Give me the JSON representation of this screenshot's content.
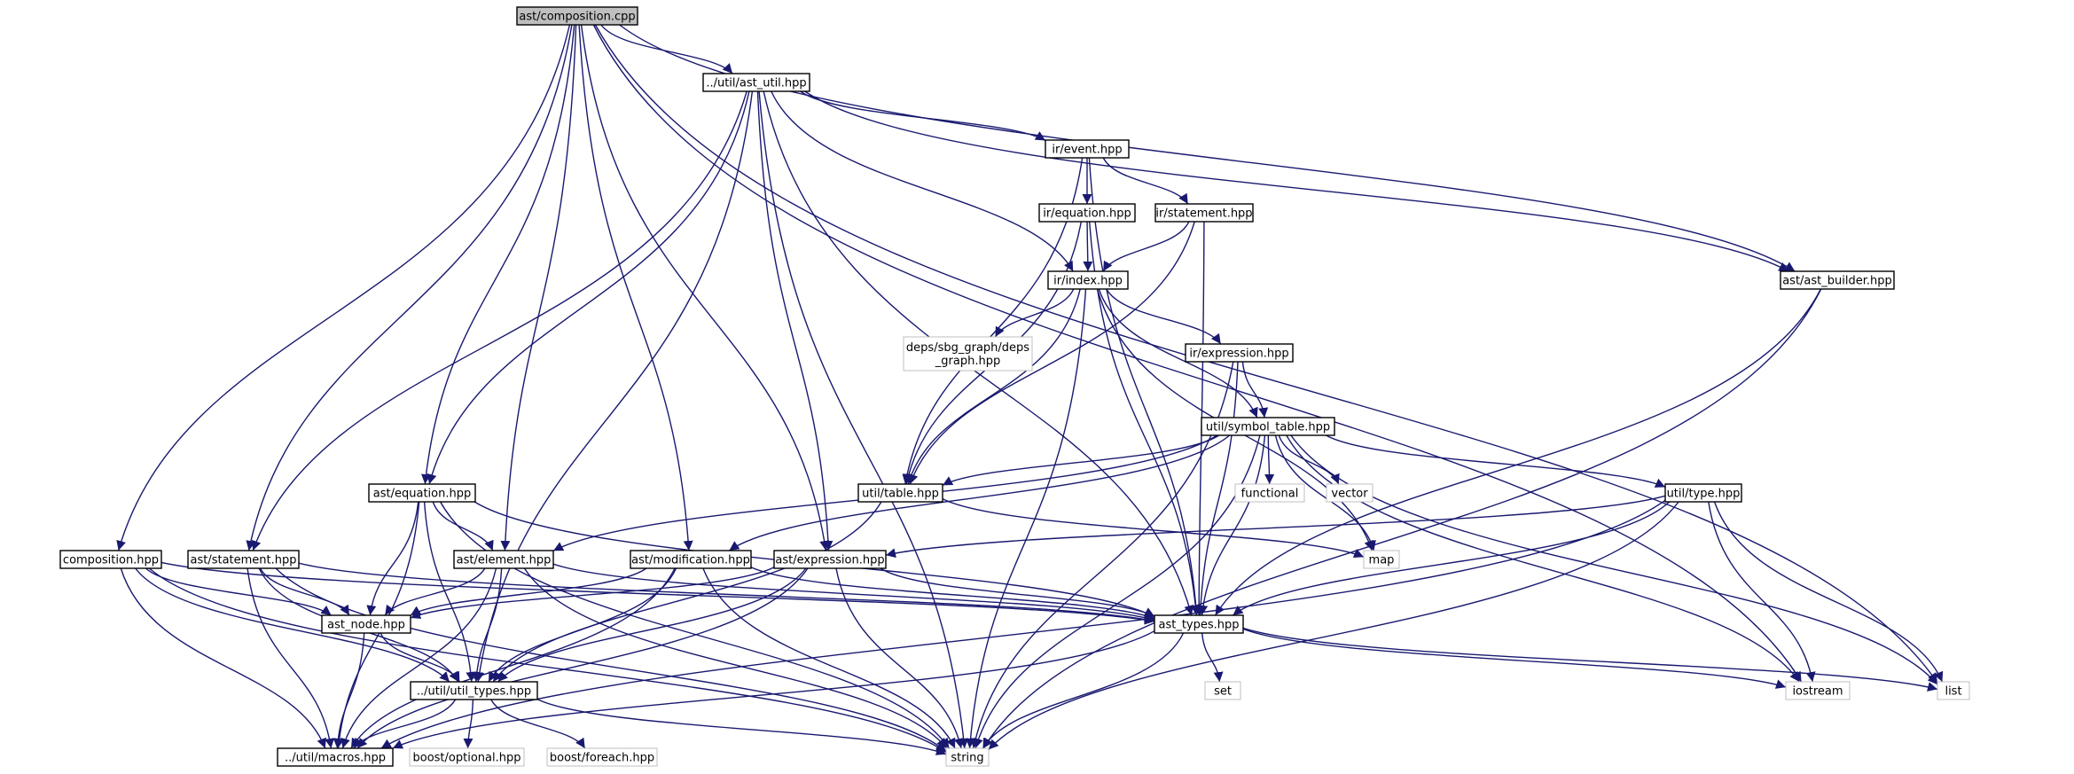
{
  "graph": {
    "root": "ast/composition.cpp",
    "colors": {
      "edge": "#191970",
      "node_border": "#000000",
      "external_border": "#bfbfbf",
      "root_fill": "#bfbfbf"
    },
    "nodes": [
      {
        "id": "composition_cpp",
        "lines": [
          "ast/composition.cpp"
        ],
        "kind": "root"
      },
      {
        "id": "util_ast_util",
        "lines": [
          "../util/ast_util.hpp"
        ],
        "kind": "file"
      },
      {
        "id": "ir_event",
        "lines": [
          "ir/event.hpp"
        ],
        "kind": "file"
      },
      {
        "id": "ir_equation",
        "lines": [
          "ir/equation.hpp"
        ],
        "kind": "file"
      },
      {
        "id": "ir_statement",
        "lines": [
          "ir/statement.hpp"
        ],
        "kind": "file"
      },
      {
        "id": "ir_index",
        "lines": [
          "ir/index.hpp"
        ],
        "kind": "file"
      },
      {
        "id": "ast_builder",
        "lines": [
          "ast/ast_builder.hpp"
        ],
        "kind": "file"
      },
      {
        "id": "deps_graph",
        "lines": [
          "deps/sbg_graph/deps",
          "_graph.hpp"
        ],
        "kind": "external"
      },
      {
        "id": "ir_expression",
        "lines": [
          "ir/expression.hpp"
        ],
        "kind": "file"
      },
      {
        "id": "symbol_table",
        "lines": [
          "util/symbol_table.hpp"
        ],
        "kind": "file"
      },
      {
        "id": "ast_equation",
        "lines": [
          "ast/equation.hpp"
        ],
        "kind": "file"
      },
      {
        "id": "util_table",
        "lines": [
          "util/table.hpp"
        ],
        "kind": "file"
      },
      {
        "id": "functional",
        "lines": [
          "functional"
        ],
        "kind": "external"
      },
      {
        "id": "vector",
        "lines": [
          "vector"
        ],
        "kind": "external"
      },
      {
        "id": "util_type",
        "lines": [
          "util/type.hpp"
        ],
        "kind": "file"
      },
      {
        "id": "composition_hpp",
        "lines": [
          "composition.hpp"
        ],
        "kind": "file"
      },
      {
        "id": "ast_statement",
        "lines": [
          "ast/statement.hpp"
        ],
        "kind": "file"
      },
      {
        "id": "ast_element",
        "lines": [
          "ast/element.hpp"
        ],
        "kind": "file"
      },
      {
        "id": "ast_modification",
        "lines": [
          "ast/modification.hpp"
        ],
        "kind": "file"
      },
      {
        "id": "ast_expression",
        "lines": [
          "ast/expression.hpp"
        ],
        "kind": "file"
      },
      {
        "id": "map",
        "lines": [
          "map"
        ],
        "kind": "external"
      },
      {
        "id": "ast_node",
        "lines": [
          "ast_node.hpp"
        ],
        "kind": "file"
      },
      {
        "id": "ast_types",
        "lines": [
          "ast_types.hpp"
        ],
        "kind": "file"
      },
      {
        "id": "util_types",
        "lines": [
          "../util/util_types.hpp"
        ],
        "kind": "file"
      },
      {
        "id": "set",
        "lines": [
          "set"
        ],
        "kind": "external"
      },
      {
        "id": "iostream",
        "lines": [
          "iostream"
        ],
        "kind": "external"
      },
      {
        "id": "list",
        "lines": [
          "list"
        ],
        "kind": "external"
      },
      {
        "id": "util_macros",
        "lines": [
          "../util/macros.hpp"
        ],
        "kind": "file"
      },
      {
        "id": "boost_optional",
        "lines": [
          "boost/optional.hpp"
        ],
        "kind": "external"
      },
      {
        "id": "boost_foreach",
        "lines": [
          "boost/foreach.hpp"
        ],
        "kind": "external"
      },
      {
        "id": "string",
        "lines": [
          "string"
        ],
        "kind": "external"
      }
    ],
    "edges": [
      [
        "composition_cpp",
        "util_ast_util"
      ],
      [
        "composition_cpp",
        "composition_hpp"
      ],
      [
        "composition_cpp",
        "ast_statement"
      ],
      [
        "composition_cpp",
        "ast_equation"
      ],
      [
        "composition_cpp",
        "ast_element"
      ],
      [
        "composition_cpp",
        "ast_modification"
      ],
      [
        "composition_cpp",
        "ast_expression"
      ],
      [
        "composition_cpp",
        "ast_builder"
      ],
      [
        "composition_cpp",
        "iostream"
      ],
      [
        "composition_cpp",
        "list"
      ],
      [
        "util_ast_util",
        "ir_event"
      ],
      [
        "util_ast_util",
        "ir_index"
      ],
      [
        "util_ast_util",
        "ast_builder"
      ],
      [
        "util_ast_util",
        "ast_equation"
      ],
      [
        "util_ast_util",
        "ast_statement"
      ],
      [
        "util_ast_util",
        "ast_expression"
      ],
      [
        "util_ast_util",
        "util_types"
      ],
      [
        "util_ast_util",
        "ast_types"
      ],
      [
        "util_ast_util",
        "string"
      ],
      [
        "ir_event",
        "ir_equation"
      ],
      [
        "ir_event",
        "ir_statement"
      ],
      [
        "ir_event",
        "util_table"
      ],
      [
        "ir_event",
        "ast_types"
      ],
      [
        "ir_equation",
        "ir_index"
      ],
      [
        "ir_equation",
        "util_table"
      ],
      [
        "ir_equation",
        "ast_types"
      ],
      [
        "ir_statement",
        "ir_index"
      ],
      [
        "ir_statement",
        "util_table"
      ],
      [
        "ir_statement",
        "ast_types"
      ],
      [
        "ir_index",
        "deps_graph"
      ],
      [
        "ir_index",
        "ir_expression"
      ],
      [
        "ir_index",
        "symbol_table"
      ],
      [
        "ir_index",
        "util_table"
      ],
      [
        "ir_index",
        "map"
      ],
      [
        "ir_index",
        "string"
      ],
      [
        "ir_expression",
        "symbol_table"
      ],
      [
        "ir_expression",
        "ast_types"
      ],
      [
        "ir_expression",
        "string"
      ],
      [
        "symbol_table",
        "util_table"
      ],
      [
        "symbol_table",
        "functional"
      ],
      [
        "symbol_table",
        "vector"
      ],
      [
        "symbol_table",
        "map"
      ],
      [
        "symbol_table",
        "util_type"
      ],
      [
        "symbol_table",
        "ast_element"
      ],
      [
        "symbol_table",
        "ast_modification"
      ],
      [
        "symbol_table",
        "ast_types"
      ],
      [
        "symbol_table",
        "iostream"
      ],
      [
        "symbol_table",
        "list"
      ],
      [
        "symbol_table",
        "string"
      ],
      [
        "util_table",
        "map"
      ],
      [
        "util_table",
        "util_types"
      ],
      [
        "ast_builder",
        "ast_types"
      ],
      [
        "ast_builder",
        "string"
      ],
      [
        "util_type",
        "ast_expression"
      ],
      [
        "util_type",
        "ast_types"
      ],
      [
        "util_type",
        "iostream"
      ],
      [
        "util_type",
        "list"
      ],
      [
        "util_type",
        "util_macros"
      ],
      [
        "util_type",
        "string"
      ],
      [
        "ast_equation",
        "ast_element"
      ],
      [
        "ast_equation",
        "ast_node"
      ],
      [
        "ast_equation",
        "ast_types"
      ],
      [
        "ast_equation",
        "util_types"
      ],
      [
        "ast_equation",
        "util_macros"
      ],
      [
        "ast_equation",
        "string"
      ],
      [
        "composition_hpp",
        "ast_node"
      ],
      [
        "composition_hpp",
        "ast_types"
      ],
      [
        "composition_hpp",
        "util_types"
      ],
      [
        "composition_hpp",
        "util_macros"
      ],
      [
        "composition_hpp",
        "string"
      ],
      [
        "ast_statement",
        "ast_node"
      ],
      [
        "ast_statement",
        "ast_types"
      ],
      [
        "ast_statement",
        "util_types"
      ],
      [
        "ast_statement",
        "util_macros"
      ],
      [
        "ast_statement",
        "string"
      ],
      [
        "ast_element",
        "ast_node"
      ],
      [
        "ast_element",
        "ast_types"
      ],
      [
        "ast_element",
        "util_types"
      ],
      [
        "ast_element",
        "util_macros"
      ],
      [
        "ast_element",
        "string"
      ],
      [
        "ast_modification",
        "ast_node"
      ],
      [
        "ast_modification",
        "ast_types"
      ],
      [
        "ast_modification",
        "util_types"
      ],
      [
        "ast_modification",
        "util_macros"
      ],
      [
        "ast_modification",
        "string"
      ],
      [
        "ast_expression",
        "ast_node"
      ],
      [
        "ast_expression",
        "ast_types"
      ],
      [
        "ast_expression",
        "util_types"
      ],
      [
        "ast_expression",
        "util_macros"
      ],
      [
        "ast_expression",
        "string"
      ],
      [
        "ast_node",
        "util_types"
      ],
      [
        "ast_node",
        "util_macros"
      ],
      [
        "ast_types",
        "set"
      ],
      [
        "ast_types",
        "iostream"
      ],
      [
        "ast_types",
        "list"
      ],
      [
        "ast_types",
        "util_macros"
      ],
      [
        "ast_types",
        "string"
      ],
      [
        "util_types",
        "util_macros"
      ],
      [
        "util_types",
        "boost_optional"
      ],
      [
        "util_types",
        "boost_foreach"
      ],
      [
        "util_types",
        "string"
      ]
    ]
  }
}
